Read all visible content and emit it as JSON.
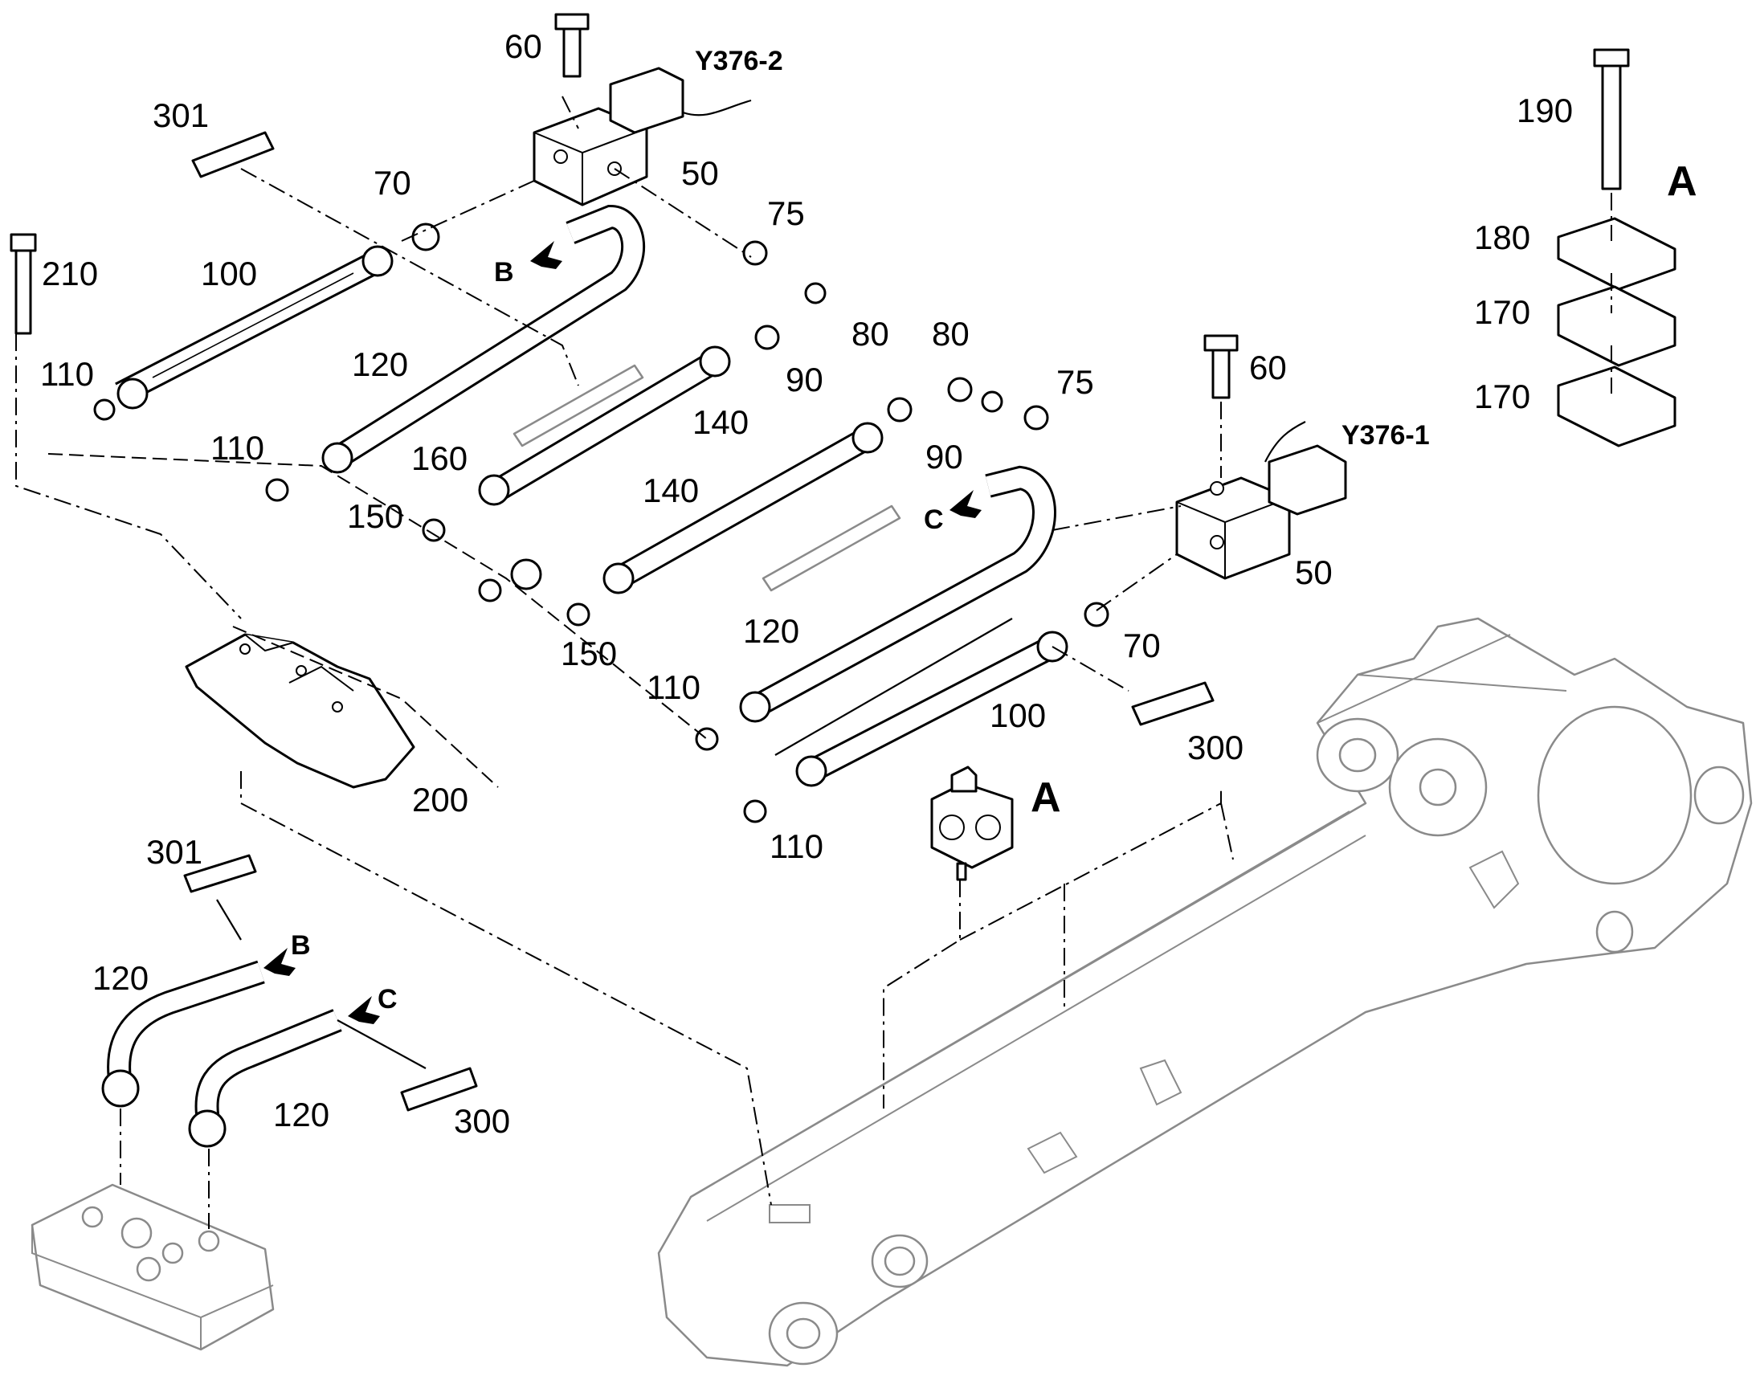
{
  "labels": {
    "p60a": "60",
    "y376_2": "Y376-2",
    "p301a": "301",
    "p70a": "70",
    "p50a": "50",
    "p75a": "75",
    "p210": "210",
    "p100a": "100",
    "bA": "B",
    "p80a": "80",
    "p110a": "110",
    "p120a": "120",
    "p80b": "80",
    "p90a": "90",
    "p140a": "140",
    "p110b": "110",
    "p160": "160",
    "p75b": "75",
    "p60b": "60",
    "y376_1": "Y376-1",
    "p90b": "90",
    "p150a": "150",
    "p140b": "140",
    "cA": "C",
    "p50b": "50",
    "p120b": "120",
    "p150b": "150",
    "p70b": "70",
    "p110c": "110",
    "p100b": "100",
    "p300a": "300",
    "p200": "200",
    "detailA1": "A",
    "p110d": "110",
    "p301b": "301",
    "bB": "B",
    "p120c": "120",
    "cB": "C",
    "p120d": "120",
    "p300b": "300",
    "p190": "190",
    "detailA2": "A",
    "p180": "180",
    "p170a": "170",
    "p170b": "170"
  }
}
